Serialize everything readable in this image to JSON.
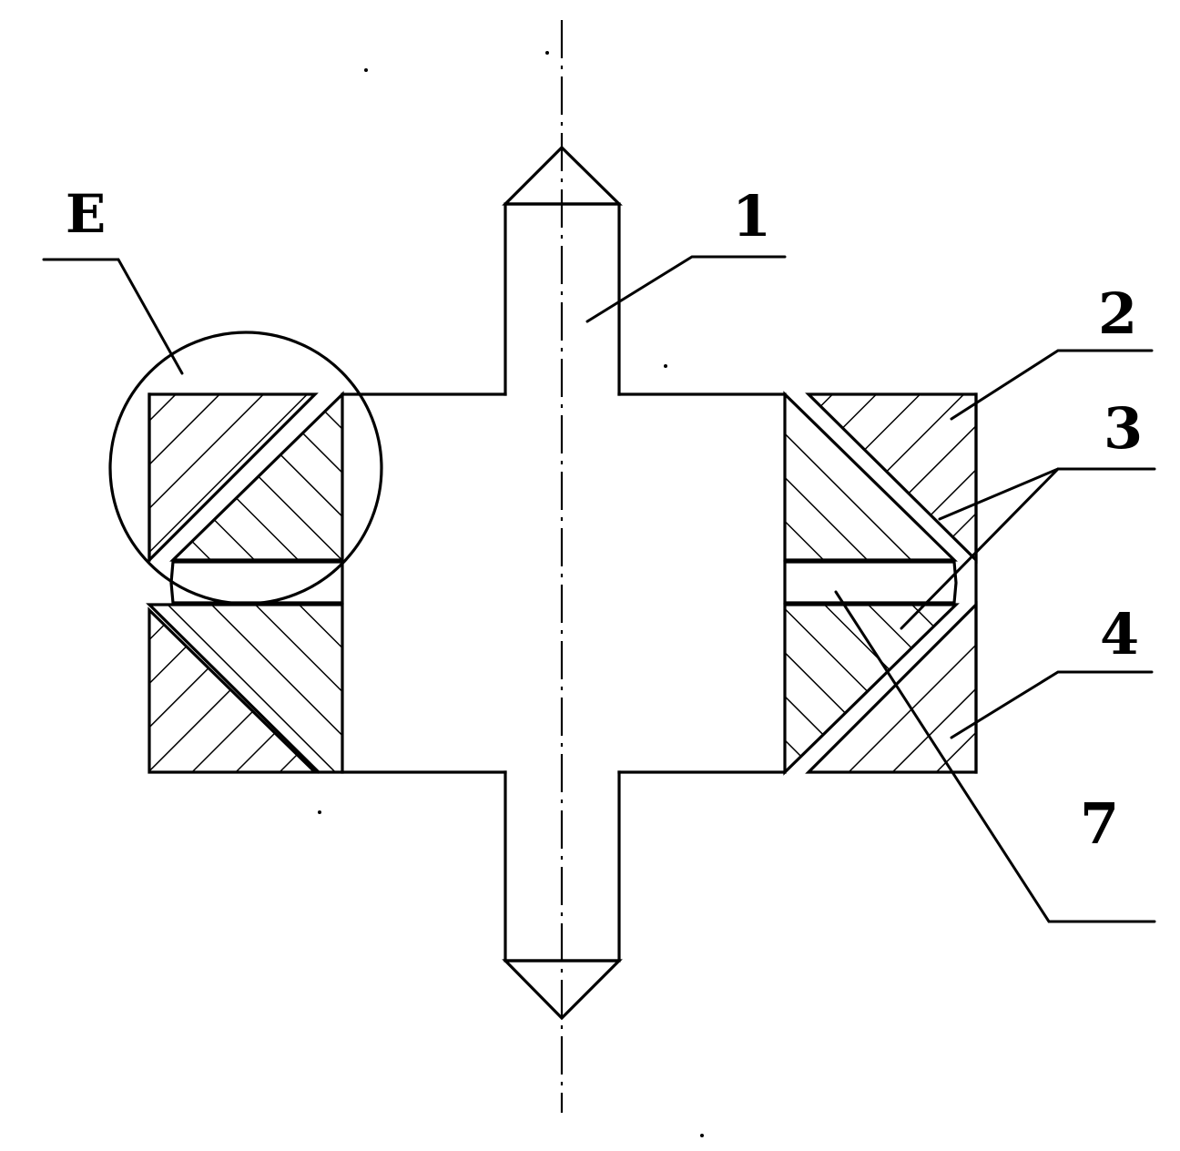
{
  "labels": {
    "detail": "E",
    "part1": "1",
    "part2": "2",
    "part3": "3",
    "part4": "4",
    "part7": "7"
  },
  "colors": {
    "ink": "#000000",
    "paper": "#ffffff"
  }
}
